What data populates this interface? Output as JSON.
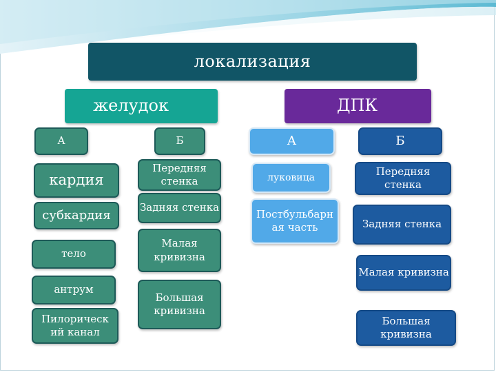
{
  "diagram": {
    "root": "локализация",
    "stomach": {
      "title": "желудок",
      "col_a": {
        "header": "А",
        "items": [
          "кардия",
          "субкардия",
          "тело",
          "антрум",
          "Пилорический канал"
        ]
      },
      "col_b": {
        "header": "Б",
        "items": [
          "Передняя стенка",
          "Задняя стенка",
          "Малая кривизна",
          "Большая кривизна"
        ]
      }
    },
    "duodenum": {
      "title": "ДПК",
      "col_a": {
        "header": "А",
        "items": [
          "луковица",
          "Постбульбарная часть"
        ]
      },
      "col_b": {
        "header": "Б",
        "items": [
          "Передняя стенка",
          "Задняя стенка",
          "Малая кривизна",
          "Большая кривизна"
        ]
      }
    }
  },
  "colors": {
    "root": "#115566",
    "stomach_title": "#15a594",
    "duodenum_title": "#69299a",
    "stomach_boxes": "#3c8e79",
    "duodenum_a_boxes": "#51a9e8",
    "duodenum_b_boxes": "#1d5ba0"
  }
}
